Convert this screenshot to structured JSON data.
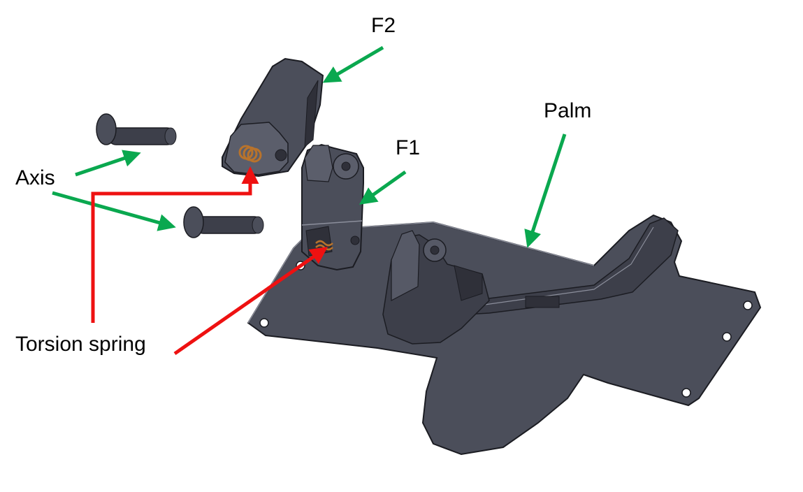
{
  "labels": {
    "f2": "F2",
    "palm": "Palm",
    "f1": "F1",
    "axis": "Axis",
    "torsion_spring": "Torsion spring"
  },
  "colors": {
    "part_fill": "#4b4e5a",
    "part_dark": "#2f3039",
    "part_edge": "#1b1c22",
    "part_highlight": "#8c8f9c",
    "spring": "#b8732c",
    "green_arrow": "#0aa84f",
    "red_arrow": "#ee1111"
  }
}
